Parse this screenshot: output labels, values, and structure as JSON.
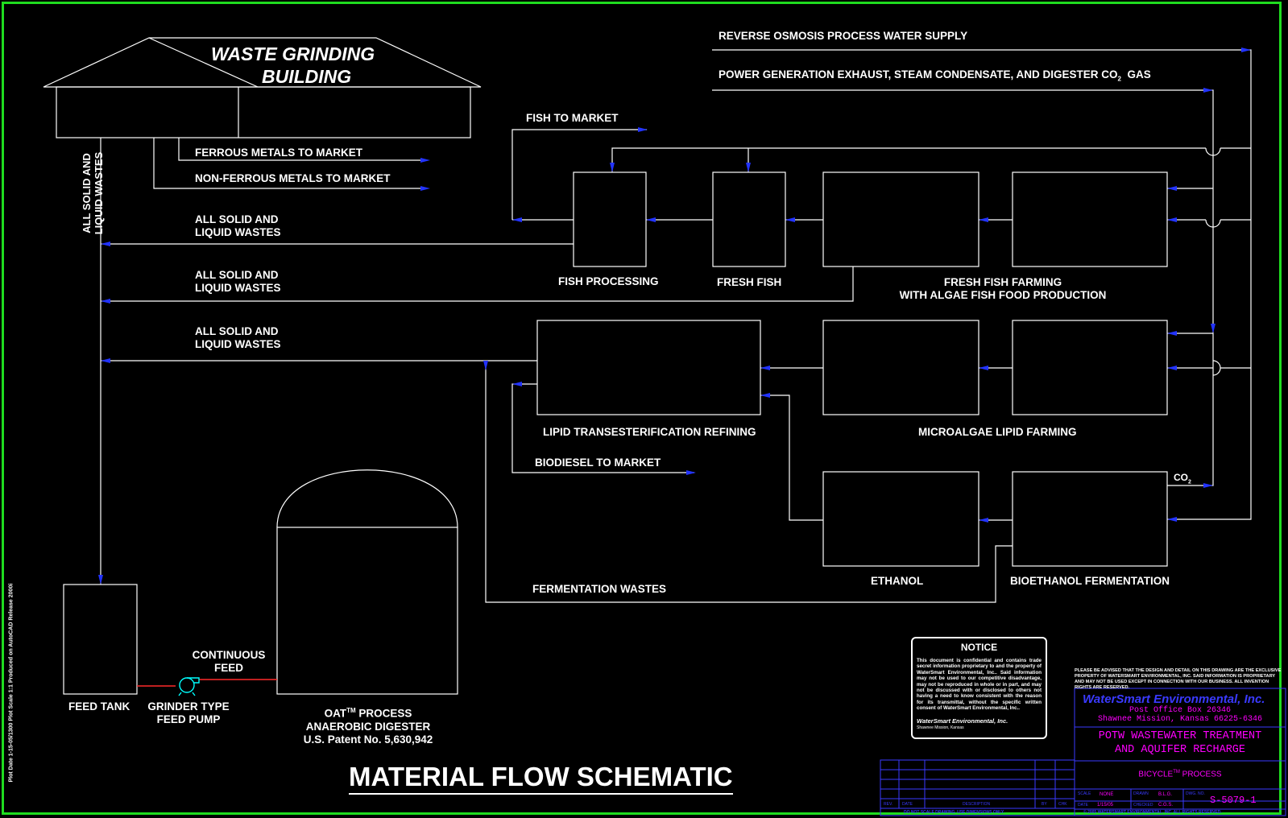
{
  "building": {
    "line1": "WASTE GRINDING",
    "line2": "BUILDING"
  },
  "supplies": {
    "ro_water": "REVERSE OSMOSIS PROCESS WATER SUPPLY",
    "power_gen_prefix": "POWER GENERATION EXHAUST, STEAM CONDENSATE, AND DIGESTER CO",
    "power_gen_sub": "2",
    "power_gen_suffix": "GAS"
  },
  "outputs": {
    "fish_to_market": "FISH TO MARKET",
    "ferrous": "FERROUS METALS TO MARKET",
    "non_ferrous": "NON-FERROUS METALS TO MARKET",
    "biodiesel": "BIODIESEL TO MARKET",
    "fermentation_wastes": "FERMENTATION WASTES"
  },
  "wastes": {
    "vertical_line1": "ALL SOLID AND",
    "vertical_line2": "LIQUID WASTES",
    "label1_line1": "ALL SOLID AND",
    "label1_line2": "LIQUID WASTES",
    "label2_line1": "ALL SOLID AND",
    "label2_line2": "LIQUID WASTES",
    "label3_line1": "ALL SOLID AND",
    "label3_line2": "LIQUID WASTES"
  },
  "processes": {
    "fish_processing": "FISH PROCESSING",
    "fresh_fish": "FRESH FISH",
    "fish_farming_line1": "FRESH FISH FARMING",
    "fish_farming_line2": "WITH ALGAE FISH FOOD PRODUCTION",
    "lipid_refining": "LIPID TRANSESTERIFICATION REFINING",
    "microalgae": "MICROALGAE LIPID FARMING",
    "ethanol": "ETHANOL",
    "bioethanol": "BIOETHANOL FERMENTATION",
    "co2_prefix": "CO",
    "co2_sub": "2",
    "feed_tank": "FEED TANK",
    "pump_line1": "GRINDER TYPE",
    "pump_line2": "FEED PUMP",
    "continuous_line1": "CONTINUOUS",
    "continuous_line2": "FEED",
    "digester_line1_prefix": "OAT",
    "digester_line1_sup": "TM",
    "digester_line1_suffix": " PROCESS",
    "digester_line2": "ANAEROBIC DIGESTER",
    "digester_line3": "U.S. Patent No. 5,630,942"
  },
  "title": "MATERIAL FLOW SCHEMATIC",
  "side_stamp": "Plot Date 1-15-05/1300    Plot Scale 1:1    Produced on AutoCAD Release 2000i",
  "notice": {
    "heading": "NOTICE",
    "body": "This document is confidential and contains trade secret information proprietary to and the property of WaterSmart Environmental, Inc.. Said information may not be used to our competitive disadvantage, may not be reproduced in whole or in part, and may not be discussed with or disclosed to others not having a need to know consistent with the reason for its transmittal, without the specific written consent of WaterSmart Environmental, Inc..",
    "signature": "WaterSmart Environmental, Inc.",
    "location": "Shawnee Mission, Kansas"
  },
  "title_block": {
    "advisory": "PLEASE BE ADVISED THAT THE DESIGN AND DETAIL ON THIS DRAWING ARE THE EXCLUSIVE PROPERTY OF WATERSMART ENVIRONMENTAL, INC. SAID INFORMATION IS PROPRIETARY AND MAY NOT BE USED EXCEPT IN CONNECTION WITH OUR BUSINESS. ALL INVENTION RIGHTS ARE RESERVED.",
    "company": "WaterSmart Environmental, Inc.",
    "po_box": "Post Office Box 26346",
    "city": "Shawnee Mission, Kansas 66225-6346",
    "project_line1": "POTW WASTEWATER TREATMENT",
    "project_line2": "AND AQUIFER RECHARGE",
    "process_prefix": "BICYCLE",
    "process_sup": "TM",
    "process_suffix": " PROCESS",
    "scale_label": "SCALE",
    "scale_value": "NONE",
    "drawn_label": "DRAWN",
    "drawn_value": "B.L.G.",
    "dwg_label": "DWG. NO.",
    "dwg_value": "S-5079-1",
    "date_label": "DATE",
    "date_value": "1/15/05",
    "checked_label": "CHECKED",
    "checked_value": "C.G.S.",
    "copyright": "© 2005 WATERSMART ENVIRONMENTAL, INC. ALL RIGHTS RESERVED.",
    "rev_headers": [
      "REV.",
      "DATE",
      "DESCRIPTION",
      "BY",
      "CHK"
    ],
    "do_not_scale": "DO NOT SCALE DRAWING.  USE DIMENSIONS ONLY."
  },
  "colors": {
    "frame": "#1fdc1f",
    "line": "#ffffff",
    "arrow": "#2233ff",
    "pump": "#00ffff",
    "feed_line": "#ff2a2a",
    "title_block_text": "#ff00ff",
    "title_block_lines": "#3a3aff"
  }
}
